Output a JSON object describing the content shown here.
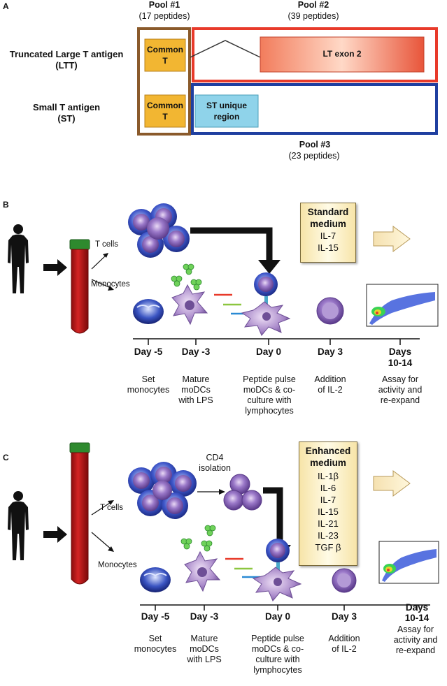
{
  "panel_a": {
    "label": "A",
    "pool1_title": "Pool #1",
    "pool1_sub": "(17 peptides)",
    "pool2_title": "Pool #2",
    "pool2_sub": "(39 peptides)",
    "pool3_title": "Pool #3",
    "pool3_sub": "(23 peptides)",
    "ltt_line1": "Truncated Large T antigen",
    "ltt_line2": "(LTT)",
    "st_line1": "Small T antigen",
    "st_line2": "(ST)",
    "common_t_line1": "Common",
    "common_t_line2": "T",
    "lt_exon": "LT exon 2",
    "st_unique_line1": "ST unique",
    "st_unique_line2": "region",
    "colors": {
      "pool1": "#8a5a2b",
      "pool2": "#e83a2a",
      "pool3": "#1f3fa0",
      "common": "#f2b632",
      "lt_exon": "#e8553a",
      "st_unique": "#8fd3ea"
    }
  },
  "panel_b": {
    "label": "B",
    "t_cells": "T cells",
    "monocytes": "Monocytes",
    "medium_title": "Standard",
    "medium_title2": "medium",
    "medium_items": [
      "IL-7",
      "IL-15"
    ],
    "days": [
      "Day -5",
      "Day -3",
      "Day 0",
      "Day 3",
      "Days",
      "10-14"
    ],
    "desc_day_m5": [
      "Set",
      "monocytes"
    ],
    "desc_day_m3": [
      "Mature",
      "moDCs",
      "with LPS"
    ],
    "desc_day_0": [
      "Peptide pulse",
      "moDCs & co-",
      "culture with",
      "lymphocytes"
    ],
    "desc_day_3": [
      "Addition",
      "of IL-2"
    ],
    "desc_day_10": [
      "Assay for",
      "activity and",
      "re-expand"
    ]
  },
  "panel_c": {
    "label": "C",
    "t_cells": "T cells",
    "monocytes": "Monocytes",
    "cd4_line1": "CD4",
    "cd4_line2": "isolation",
    "medium_title": "Enhanced",
    "medium_title2": "medium",
    "medium_items": [
      "IL-1β",
      "IL-6",
      "IL-7",
      "IL-15",
      "IL-21",
      "IL-23",
      "TGF β"
    ],
    "days": [
      "Day -5",
      "Day -3",
      "Day 0",
      "Day 3",
      "Days",
      "10-14"
    ],
    "desc_day_m5": [
      "Set",
      "monocytes"
    ],
    "desc_day_m3": [
      "Mature",
      "moDCs",
      "with LPS"
    ],
    "desc_day_0": [
      "Peptide pulse",
      "moDCs & co-",
      "culture with",
      "lymphocytes"
    ],
    "desc_day_3": [
      "Addition",
      "of IL-2"
    ],
    "desc_day_10": [
      "Assay for",
      "activity and",
      "re-expand"
    ]
  }
}
